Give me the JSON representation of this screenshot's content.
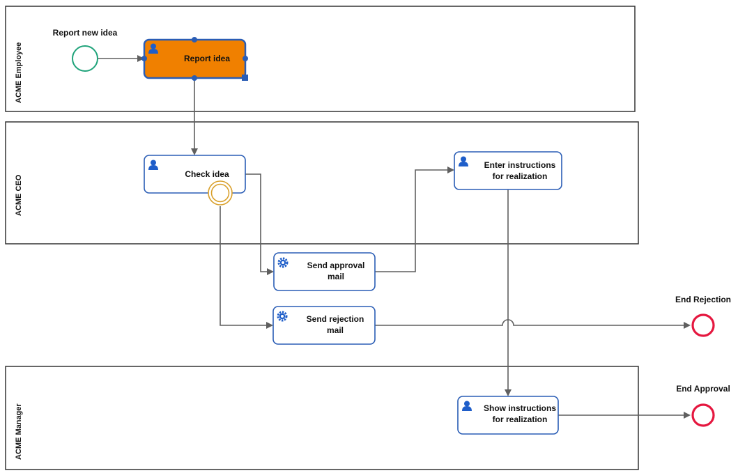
{
  "diagram": {
    "lanes": [
      {
        "id": "employee",
        "label": "ACME Employee"
      },
      {
        "id": "ceo",
        "label": "ACME CEO"
      },
      {
        "id": "manager",
        "label": "ACME Manager"
      }
    ],
    "events": {
      "start": {
        "label": "Report new idea",
        "color": "#1fa37a"
      },
      "end_rejection": {
        "label": "End Rejection",
        "color": "#e5173f"
      },
      "end_approval": {
        "label": "End Approval",
        "color": "#e5173f"
      }
    },
    "tasks": {
      "report_idea": {
        "line1": "Report idea",
        "line2": "",
        "icon": "user-icon",
        "fill": "#f08000",
        "selected": true
      },
      "check_idea": {
        "line1": "Check idea",
        "line2": "",
        "icon": "user-icon"
      },
      "enter_instructions": {
        "line1": "Enter instructions",
        "line2": "for realization",
        "icon": "user-icon"
      },
      "send_approval": {
        "line1": "Send approval",
        "line2": "mail",
        "icon": "gear-icon"
      },
      "send_rejection": {
        "line1": "Send rejection",
        "line2": "mail",
        "icon": "gear-icon"
      },
      "show_instructions": {
        "line1": "Show instructions",
        "line2": "for realization",
        "icon": "user-icon"
      }
    },
    "colors": {
      "task_border": "#2a5db5",
      "icon_blue": "#1f5ec9",
      "boundary_event": "#d9a02b",
      "flow_line": "#5f5f5f",
      "lane_border": "#333333"
    }
  }
}
